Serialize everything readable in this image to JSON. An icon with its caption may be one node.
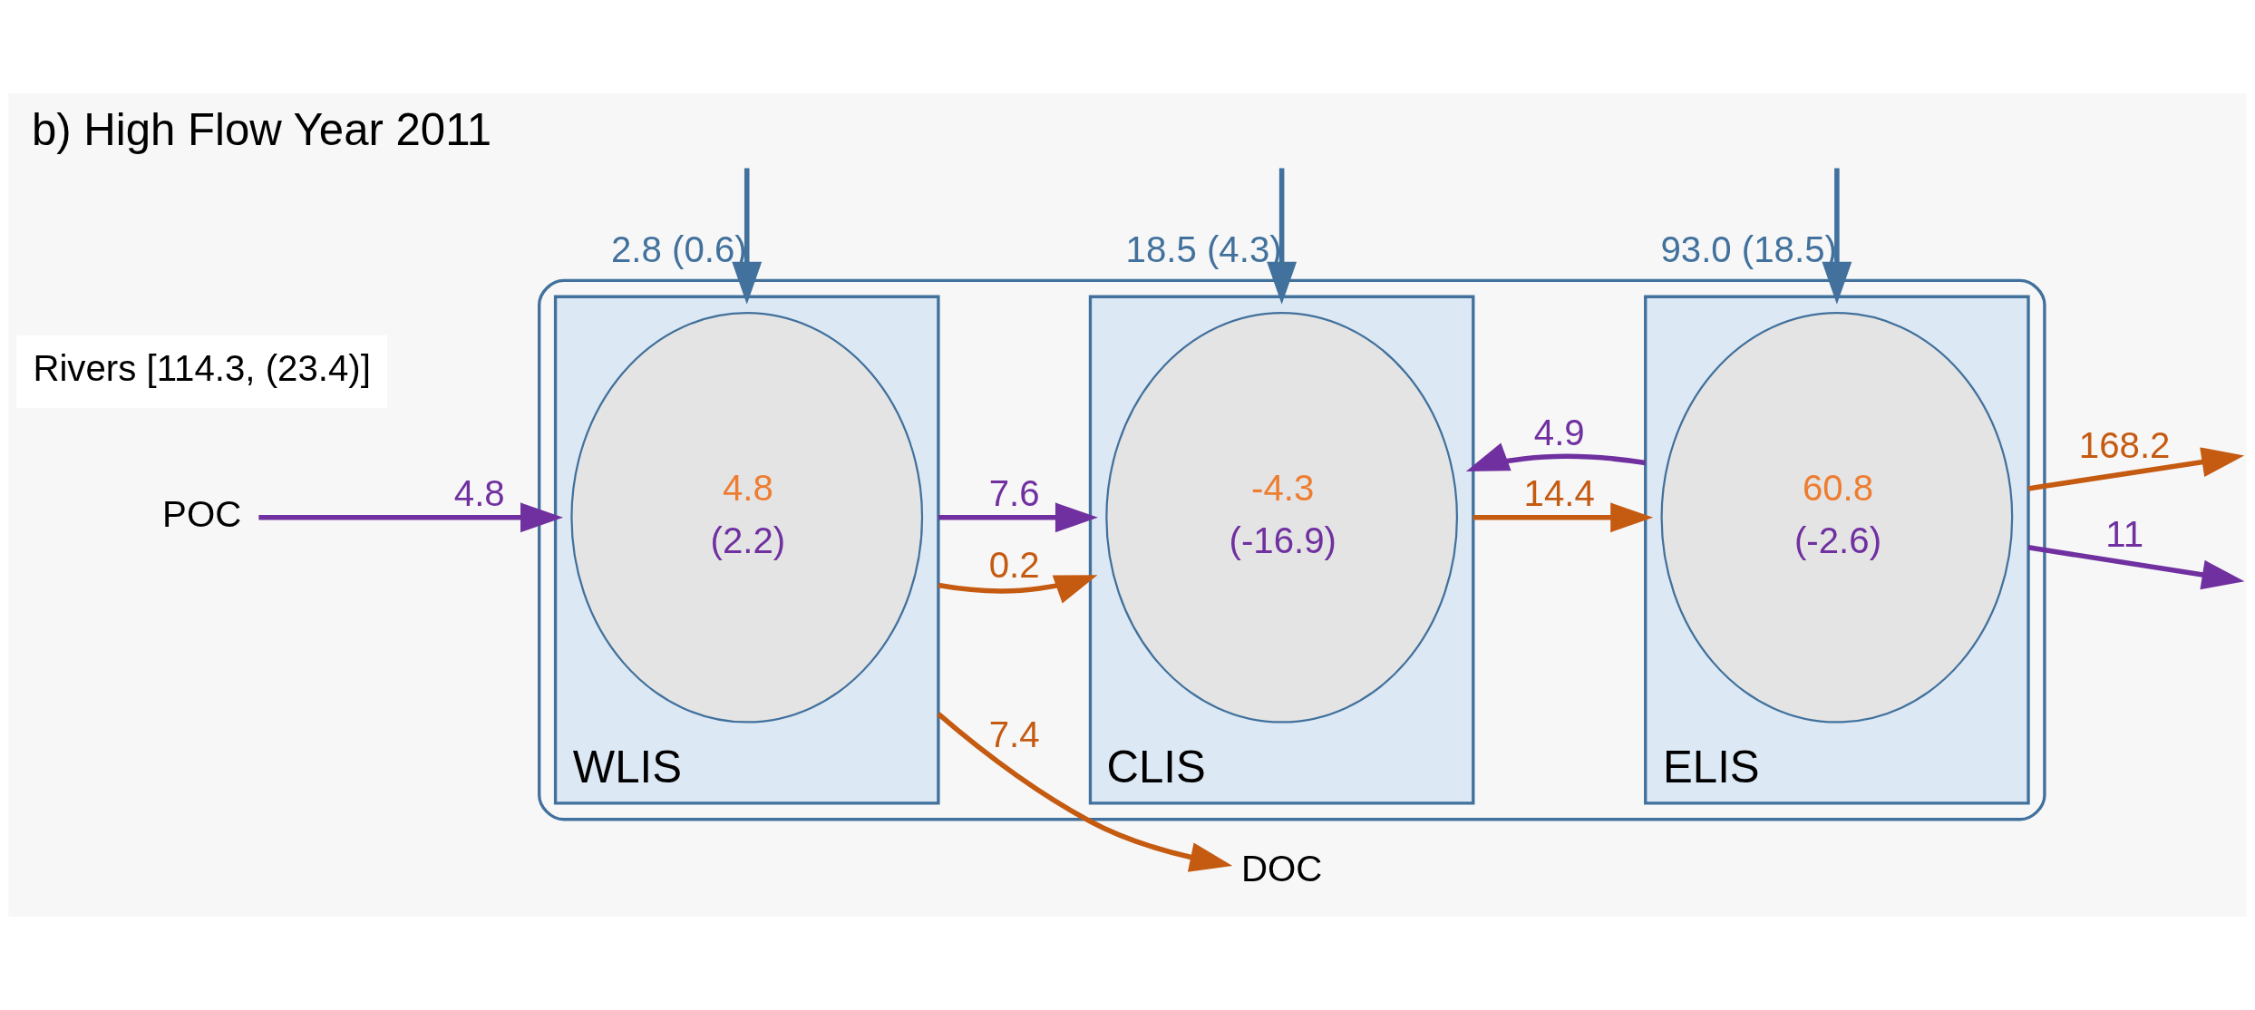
{
  "diagram": {
    "title": "b) High Flow Year 2011",
    "nodes": [
      {
        "text": [],
        "shape": "box"
      },
      {
        "text": [
          "WLIS"
        ],
        "in": 0
      },
      {
        "text": [
          "4.8",
          "(2.2)"
        ],
        "in": 1
      },
      {
        "text": [
          "CLIS"
        ],
        "in": 0
      },
      {
        "text": [
          "-4.3",
          "(-16.9)"
        ],
        "in": 3
      },
      {
        "text": [
          "ELIS"
        ],
        "in": 0
      },
      {
        "text": [
          "60.8",
          "(-2.6)"
        ],
        "in": 5
      },
      {
        "text": [
          "DOC"
        ]
      },
      {
        "text": [
          "POC"
        ]
      }
    ],
    "edges": [
      {
        "from": null,
        "to": 1,
        "arrow": "to",
        "label": "2.8 (0.6)",
        "color": "#41719c"
      },
      {
        "from": null,
        "to": 3,
        "arrow": "to",
        "label": "18.5 (4.3)",
        "color": "#41719c"
      },
      {
        "from": 1,
        "to": 7,
        "arrow": "to",
        "label": "7.4",
        "color": "#c55a11"
      },
      {
        "from": 8,
        "to": 1,
        "arrow": "to",
        "label": "4.8",
        "color": "#7030a0"
      },
      {
        "from": 1,
        "to": 3,
        "arrow": "to",
        "label": "0.2",
        "color": "#c55a11"
      },
      {
        "from": 1,
        "to": 3,
        "arrow": "to",
        "label": "7.6",
        "color": "#7030a0"
      },
      {
        "from": 3,
        "to": 5,
        "arrow": "to",
        "label": "14.4",
        "color": "#c55a11"
      },
      {
        "from": 5,
        "to": 3,
        "arrow": "to",
        "label": "4.9",
        "color": "#7030a0"
      },
      {
        "from": 5,
        "to": null,
        "arrow": "to",
        "label": "168.2",
        "color": "#c55a11"
      },
      {
        "from": 5,
        "to": null,
        "arrow": "to",
        "label": "11",
        "color": "#7030a0"
      },
      {
        "from": null,
        "to": 5,
        "arrow": "to",
        "label": "93.0 (18.5)",
        "color": "#41719c"
      }
    ],
    "labels": [
      "Rivers [114.3, (23.4)]"
    ]
  }
}
